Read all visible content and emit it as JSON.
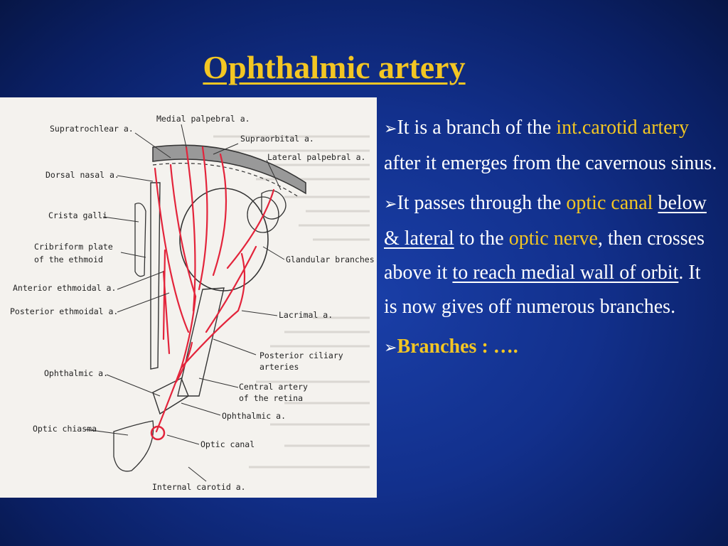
{
  "title": "Ophthalmic artery",
  "bullets": {
    "b1": {
      "p1": "It is a branch of  the ",
      "p2": "int.carotid artery",
      "p3": " after it emerges from the cavernous sinus."
    },
    "b2": {
      "p1": "It passes through the ",
      "p2": "optic canal",
      "p3": " ",
      "p4": "below & lateral",
      "p5": " to the ",
      "p6": "optic nerve",
      "p7": ", then crosses above it ",
      "p8": "to reach medial wall of  orbit",
      "p9": ". It is now gives off numerous branches."
    },
    "b3": {
      "p1": "Branches : …."
    }
  },
  "diagram": {
    "labels": [
      "Medial palpebral a.",
      "Supratrochlear a.",
      "Supraorbital a.",
      "Lateral palpebral a.",
      "Dorsal nasal a.",
      "Crista galli",
      "Cribriform plate",
      "of the ethmoid",
      "Glandular branches",
      "Anterior ethmoidal a.",
      "Posterior ethmoidal a.",
      "Lacrimal a.",
      "Posterior ciliary",
      "arteries",
      "Ophthalmic a.",
      "Central artery",
      "of the retina",
      "Ophthalmic a.",
      "Optic chiasma",
      "Optic canal",
      "Internal carotid a."
    ]
  },
  "colors": {
    "accent": "#f3c623",
    "artery": "#e3243b",
    "background": "#12308c"
  }
}
